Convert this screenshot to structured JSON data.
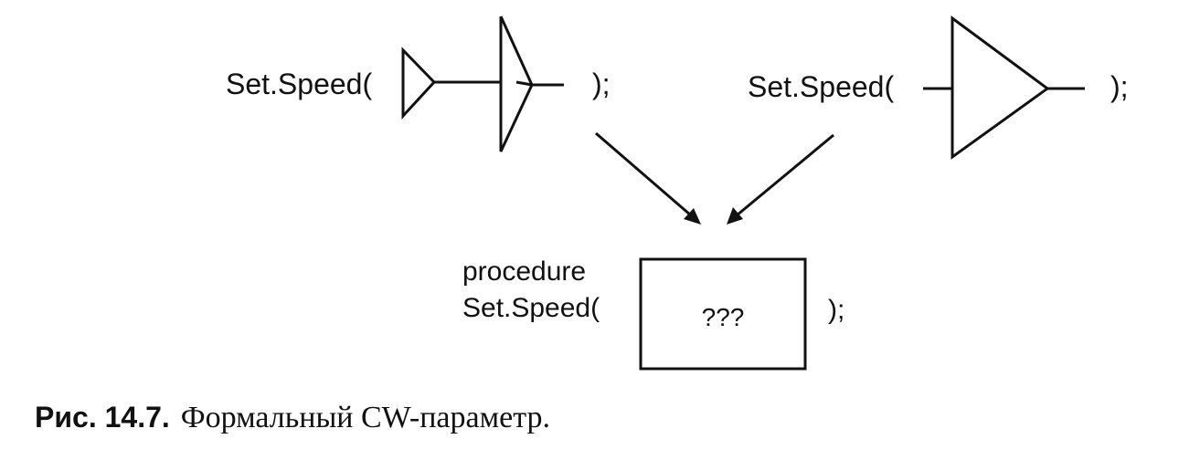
{
  "calls": {
    "left": {
      "prefix": "Set.Speed(",
      "suffix": ");"
    },
    "right": {
      "prefix": "Set.Speed(",
      "suffix": ");"
    }
  },
  "procedure": {
    "keyword": "procedure",
    "name": "Set.Speed(",
    "body": "???",
    "suffix": ");"
  },
  "caption": {
    "label": "Рис. 14.7.",
    "text": "Формальный CW-параметр."
  },
  "colors": {
    "ink": "#111111",
    "background": "#ffffff"
  }
}
